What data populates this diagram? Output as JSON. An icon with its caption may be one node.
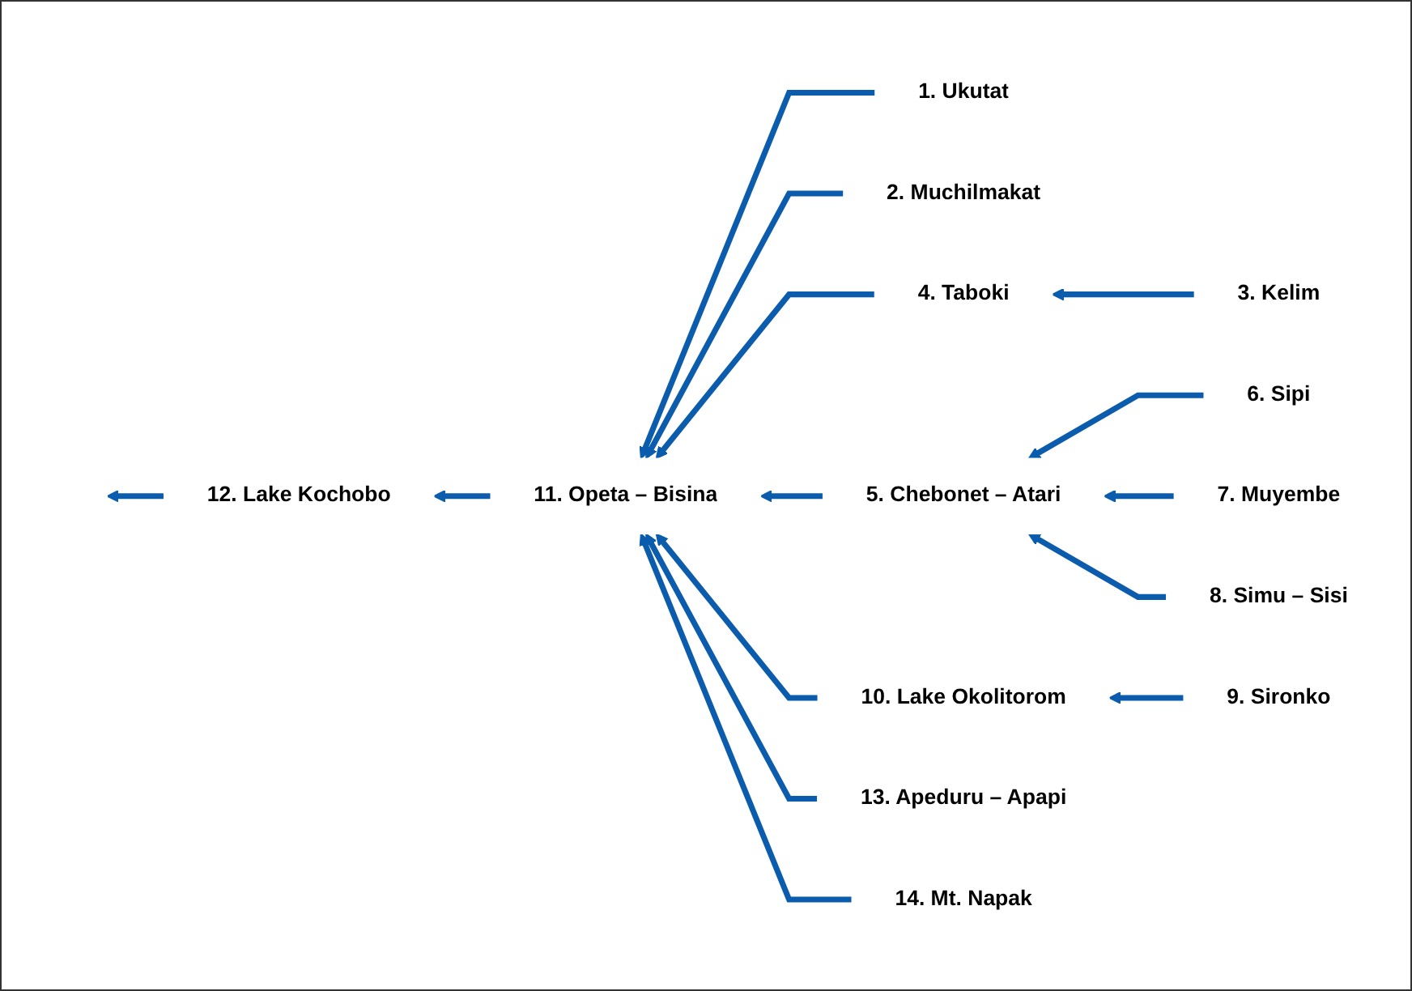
{
  "diagram": {
    "nodes": [
      {
        "text": [
          "1. Ukutat"
        ]
      },
      {
        "text": [
          "2. Muchilmakat"
        ]
      },
      {
        "text": [
          "3. Kelim"
        ]
      },
      {
        "text": [
          "4. Taboki"
        ]
      },
      {
        "text": [
          "5. Chebonet – Atari"
        ]
      },
      {
        "text": [
          "6. Sipi"
        ]
      },
      {
        "text": [
          "7. Muyembe"
        ]
      },
      {
        "text": [
          "8. Simu – Sisi"
        ]
      },
      {
        "text": [
          "9. Sironko"
        ]
      },
      {
        "text": [
          "10. Lake Okolitorom"
        ]
      },
      {
        "text": [
          "11. Opeta – Bisina"
        ]
      },
      {
        "text": [
          "12. Lake Kochobo"
        ]
      },
      {
        "text": [
          "13. Apeduru – Apapi"
        ]
      },
      {
        "text": [
          "14. Mt. Napak"
        ]
      }
    ],
    "edges": [
      {
        "from": 0,
        "to": 10,
        "arrow": "to"
      },
      {
        "from": 1,
        "to": 10,
        "arrow": "to"
      },
      {
        "from": 2,
        "to": 3,
        "arrow": "to"
      },
      {
        "from": 3,
        "to": 10,
        "arrow": "to"
      },
      {
        "from": 4,
        "to": 10,
        "arrow": "to"
      },
      {
        "from": 5,
        "to": 4,
        "arrow": "to"
      },
      {
        "from": 6,
        "to": 4,
        "arrow": "to"
      },
      {
        "from": 7,
        "to": 4,
        "arrow": "to"
      },
      {
        "from": 8,
        "to": 9,
        "arrow": "to"
      },
      {
        "from": 9,
        "to": 10,
        "arrow": "to"
      },
      {
        "from": 12,
        "to": 10,
        "arrow": "to"
      },
      {
        "from": 13,
        "to": 10,
        "arrow": "to"
      },
      {
        "from": 10,
        "to": 11,
        "arrow": "to"
      },
      {
        "from": 11,
        "to": null,
        "arrow": "to"
      }
    ]
  }
}
